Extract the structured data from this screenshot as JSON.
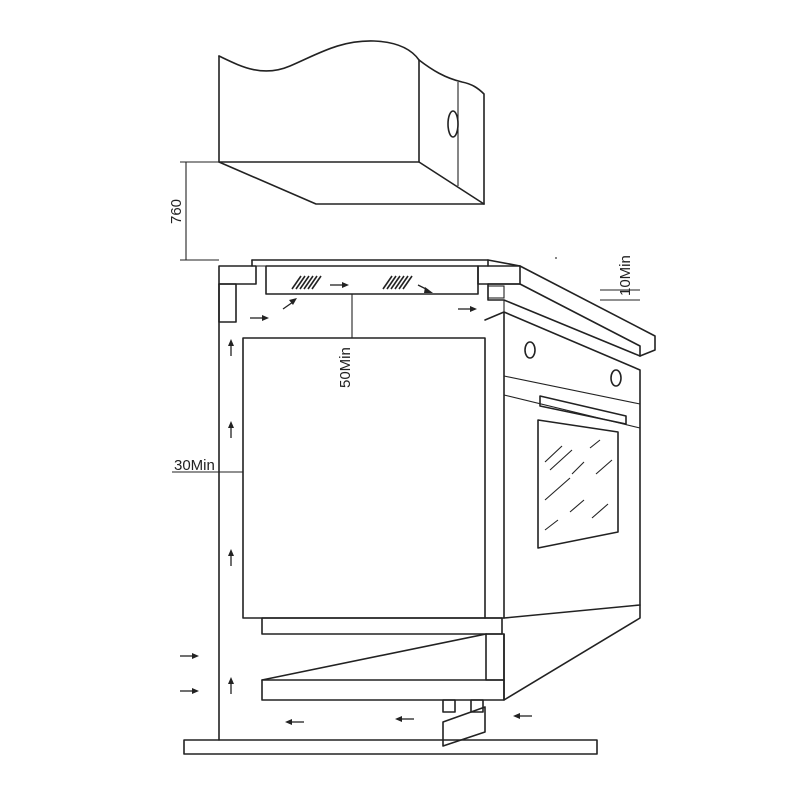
{
  "dimensions": {
    "hood_height": "760",
    "top_clearance": "10Min",
    "side_clearance": "30Min",
    "vent_clearance": "50Min"
  },
  "colors": {
    "line": "#222222",
    "background": "#ffffff"
  }
}
